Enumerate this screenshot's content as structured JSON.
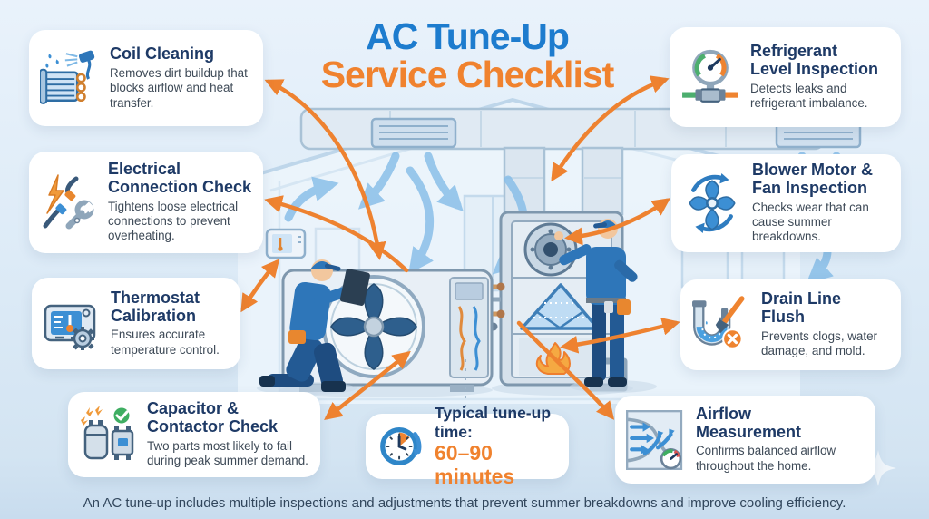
{
  "header": {
    "title_line1": "AC Tune-Up",
    "title_line2": "Service Checklist"
  },
  "cards": [
    {
      "id": "coil-cleaning",
      "title": "Coil Cleaning",
      "description": "Removes dirt buildup that blocks airflow and heat transfer.",
      "icon": "coil-spray-icon"
    },
    {
      "id": "electrical-connection-check",
      "title": "Electrical Connection Check",
      "description": "Tightens loose electrical connections to prevent overheating.",
      "icon": "lightning-wrench-icon"
    },
    {
      "id": "thermostat-calibration",
      "title": "Thermostat Calibration",
      "description": "Ensures accurate temperature control.",
      "icon": "thermostat-gear-icon"
    },
    {
      "id": "capacitor-contactor-check",
      "title": "Capacitor & Contactor Check",
      "description": "Two parts most likely to fail during peak summer demand.",
      "icon": "capacitor-check-icon"
    },
    {
      "id": "refrigerant-level-inspection",
      "title": "Refrigerant Level Inspection",
      "description": "Detects leaks and refrigerant imbalance.",
      "icon": "pressure-gauge-icon"
    },
    {
      "id": "blower-motor-fan-inspection",
      "title": "Blower Motor & Fan Inspection",
      "description": "Checks wear that can cause summer breakdowns.",
      "icon": "fan-rotation-icon"
    },
    {
      "id": "drain-line-flush",
      "title": "Drain Line Flush",
      "description": "Prevents clogs, water damage, and mold.",
      "icon": "drain-pipe-brush-icon"
    },
    {
      "id": "airflow-measurement",
      "title": "Airflow Measurement",
      "description": "Confirms balanced airflow throughout the home.",
      "icon": "airflow-duct-gauge-icon"
    }
  ],
  "time_badge": {
    "icon": "clock-icon",
    "label": "Typical tune-up time:",
    "value": "60–90 minutes"
  },
  "footer": {
    "text": "An AC tune-up includes multiple inspections and adjustments that prevent summer breakdowns and improve cooling efficiency."
  },
  "colors": {
    "title_blue": "#1d7cce",
    "title_orange": "#f0822e",
    "card_title_navy": "#1e3a66",
    "body_text": "#3e4a57",
    "arrow_orange": "#ee8230",
    "airflow_blue": "#84bce8",
    "background_light_blue": "#ddebf7"
  },
  "illustration": {
    "elements": [
      "house-outline",
      "ductwork-with-vents",
      "outdoor-ac-unit",
      "indoor-furnace-unit",
      "wall-thermostat",
      "technician-with-tablet",
      "technician-inspecting-furnace",
      "airflow-arrows",
      "connector-arrows",
      "sparkle"
    ]
  }
}
